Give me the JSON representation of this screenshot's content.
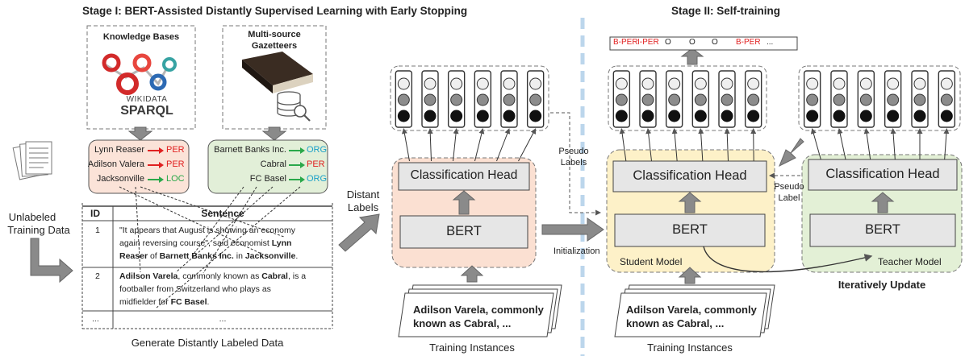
{
  "titles": {
    "stage1": "Stage I: BERT-Assisted Distantly Supervised Learning with Early Stopping",
    "stage2": "Stage II: Self-training"
  },
  "sources": {
    "kb_title": "Knowledge Bases",
    "kb_logo_line1": "WIKIDATA",
    "kb_logo_line2": "SPARQL",
    "gaz_title_line1": "Multi-source",
    "gaz_title_line2": "Gazetteers"
  },
  "kb_matches": [
    {
      "name": "Lynn Reaser",
      "tag": "PER"
    },
    {
      "name": "Adilson Valera",
      "tag": "PER"
    },
    {
      "name": "Jacksonville",
      "tag": "LOC"
    }
  ],
  "gaz_matches": [
    {
      "name": "Barnett Banks Inc.",
      "tag": "ORG"
    },
    {
      "name": "Cabral",
      "tag": "PER"
    },
    {
      "name": "FC Basel",
      "tag": "ORG"
    }
  ],
  "unlabeled": {
    "line1": "Unlabeled",
    "line2": "Training Data"
  },
  "table": {
    "col_id": "ID",
    "col_sentence": "Sentence",
    "rows": [
      {
        "id": "1",
        "l1": "\"It appears that August is showing an economy",
        "l2a": "again reversing course\", said economist ",
        "l2b": "Lynn",
        "l3a": "Reaser",
        "l3b": " of ",
        "l3c": "Barnett Banks Inc.",
        "l3d": " in ",
        "l3e": "Jacksonville",
        "l3f": "."
      },
      {
        "id": "2",
        "l1a": "Adilson Varela",
        "l1b": ", commonly known as ",
        "l1c": "Cabral",
        "l1d": ", is a",
        "l2": "footballer from Switzerland who plays as",
        "l3a": "midfielder for ",
        "l3b": "FC Basel",
        "l3c": "."
      },
      {
        "id": "...",
        "sentence": "..."
      }
    ]
  },
  "captions": {
    "generate": "Generate Distantly Labeled Data",
    "training1": "Training Instances",
    "training2": "Training Instances",
    "iterative": "Iteratively Update"
  },
  "labels": {
    "distant_line1": "Distant",
    "distant_line2": "Labels",
    "pseudo_labels_line1": "Pseudo",
    "pseudo_labels_line2": "Labels",
    "pseudo_label_line1": "Pseudo",
    "pseudo_label_line2": "Label",
    "initialization": "Initialization"
  },
  "models": {
    "classification_head": "Classification Head",
    "bert": "BERT",
    "student": "Student Model",
    "teacher": "Teacher Model"
  },
  "instance_text": {
    "line1": "Adilson Varela, commonly",
    "line2": "known as Cabral, ..."
  },
  "pseudo_sequence": [
    {
      "tag": "B-PER",
      "color": "#e02020"
    },
    {
      "tag": "I-PER",
      "color": "#e02020"
    },
    {
      "tag": "O",
      "color": "#222222"
    },
    {
      "tag": "O",
      "color": "#222222"
    },
    {
      "tag": "O",
      "color": "#222222"
    },
    {
      "tag": "B-PER",
      "color": "#e02020"
    },
    {
      "tag": "...",
      "color": "#222222"
    }
  ],
  "colors": {
    "per": "#e02020",
    "loc": "#2aa84a",
    "org": "#1aa0c8",
    "kb_box": "#fbe3d8",
    "gaz_box": "#e2efd8",
    "stage1_model": "#fbe0d2",
    "student_model": "#fdf1c8",
    "teacher_model": "#e3f0d6",
    "divider": "#bcd6ec"
  }
}
